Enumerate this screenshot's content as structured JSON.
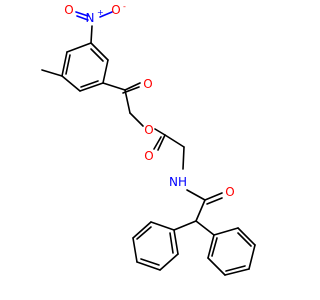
{
  "atoms": {
    "nitro_o_left": "O",
    "nitro_n": "N",
    "nitro_n_charge": "+",
    "nitro_o_right": "O",
    "nitro_o_right_charge": "-",
    "ketone_o": "O",
    "ester_o": "O",
    "carbonyl_o": "O",
    "amide_nh": "NH",
    "amide_o": "O"
  },
  "colors": {
    "carbon_bond": "#000000",
    "oxygen": "#ff0000",
    "nitrogen": "#0000ff"
  }
}
